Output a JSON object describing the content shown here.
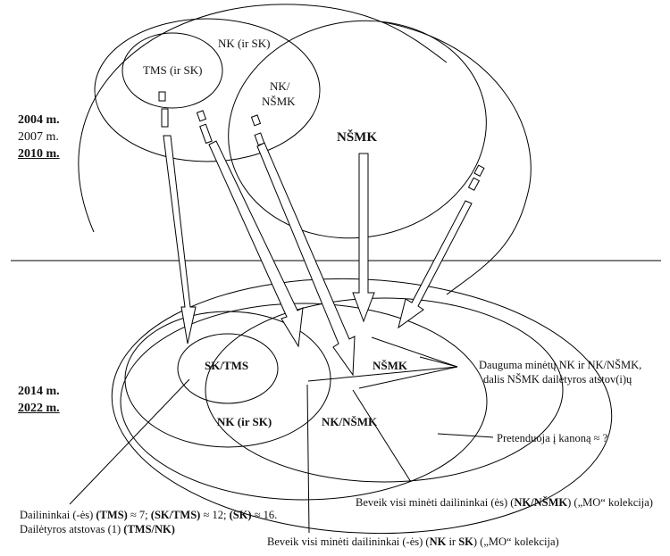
{
  "upper": {
    "years": [
      "2004 m.",
      "2007 m.",
      "2010 m."
    ],
    "nk_sk": "NK (ir SK)",
    "tms_sk": "TMS (ir SK)",
    "nk_nsmk_line1": "NK/",
    "nk_nsmk_line2": "NŠMK",
    "nsmk": "NŠMK"
  },
  "lower": {
    "years": [
      "2014 m.",
      "2022 m."
    ],
    "sk_tms": "SK/TMS",
    "nk_sk": "NK (ir SK)",
    "nk_nsmk": "NK/NŠMK",
    "nsmk": "NŠMK"
  },
  "annotations": {
    "dauguma_line1": "Dauguma minėtų NK ir NK/NŠMK,",
    "dauguma_line2": "dalis  NŠMK dailėtyros atstov(i)ų",
    "pretenduoja": "Pretenduoja į kanoną ≈ ?",
    "beveik_nsmk": {
      "pre": "Beveik visi minėti dailininkai (ės) (",
      "bold": "NK/NŠMK",
      "post": ") („MO“ kolekcija)"
    },
    "beveik_sk": {
      "pre": "Beveik visi minėti dailininkai (-ės) (",
      "bold1": "NK",
      "mid": " ir ",
      "bold2": "SK",
      "post": ") („MO“ kolekcija)"
    },
    "dailininkai": {
      "p1": "Dailininkai (-ės) ",
      "b1": "(TMS)",
      "p2": " ≈ 7; ",
      "b2": "(SK/TMS)",
      "p3": " ≈ 12; ",
      "b3": "(SK)",
      "p4": " ≈ 16."
    },
    "dailetyros": {
      "p1": "Dailėtyros atstovas (1) ",
      "b1": "(TMS/NK)"
    }
  }
}
